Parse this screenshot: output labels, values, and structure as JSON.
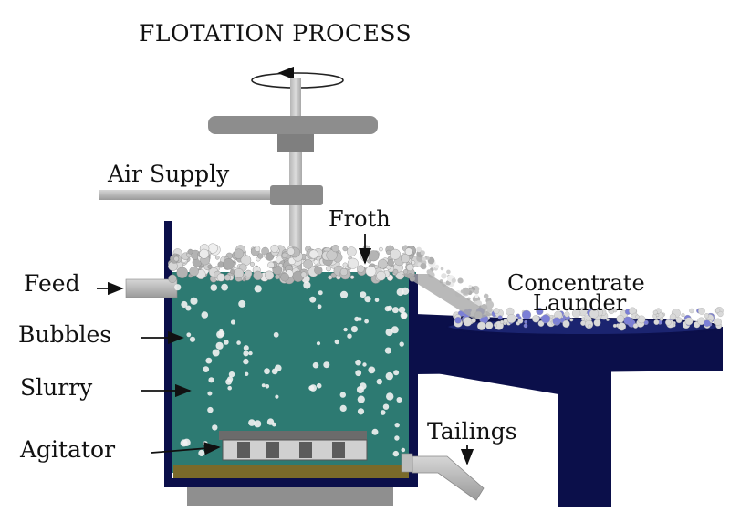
{
  "title": "FLOTATION PROCESS",
  "labels": {
    "air_supply": "Air Supply",
    "froth": "Froth",
    "feed": "Feed",
    "concentrate": "Concentrate",
    "launder": "Launder",
    "bubbles": "Bubbles",
    "slurry": "Slurry",
    "agitator": "Agitator",
    "tailings": "Tailings"
  },
  "colors": {
    "tank_wall": "#0b0f4a",
    "slurry": "#2d7a72",
    "froth": "#c9c9c9",
    "pipe": "#bdbdbd",
    "motor": "#8f8f8f",
    "sediment": "#7a6a2a",
    "launder": "#0b0f4a"
  },
  "icons": [
    "rotation-arrow-icon",
    "pointer-arrow-icon"
  ]
}
